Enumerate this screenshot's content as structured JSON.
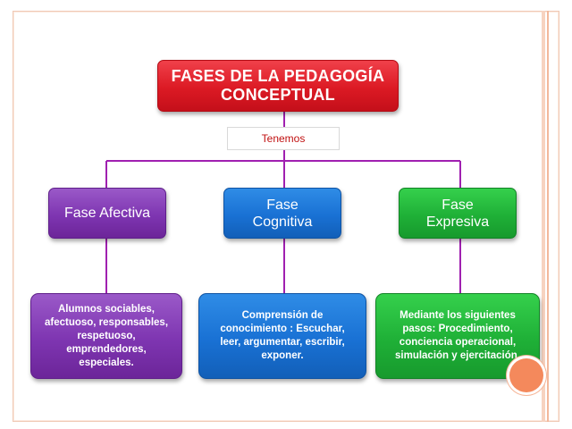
{
  "diagram": {
    "title": "FASES DE LA PEDAGOGÍA\nCONCEPTUAL",
    "connector_label": "Tenemos",
    "phases": [
      {
        "label": "Fase Afectiva",
        "detail": "Alumnos sociables,\nafectuoso, responsables,\nrespetuoso,\nemprendedores,\nespeciales."
      },
      {
        "label": "Fase\nCognitiva",
        "detail": "Comprensión de\nconocimiento : Escuchar,\nleer, argumentar, escribir,\nexponer."
      },
      {
        "label": "Fase\nExpresiva",
        "detail": "Mediante los  siguientes\npasos: Procedimiento,\nconciencia operacional,\nsimulación y ejercitación."
      }
    ]
  },
  "colors": {
    "title": "#dc1a24",
    "afectiva": "#7e35b1",
    "cognitiva": "#1971d4",
    "expresiva": "#1fb037",
    "connector": "#a020b0",
    "label_text": "#c01010",
    "accent_dot": "#f4895c"
  }
}
